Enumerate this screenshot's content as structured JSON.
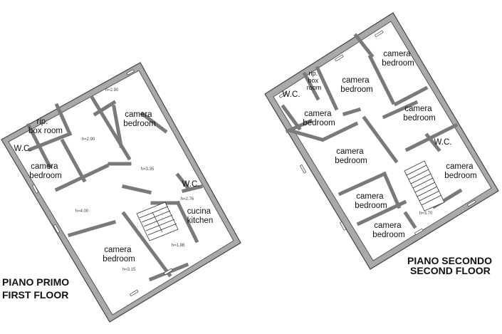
{
  "first_floor": {
    "title_it": "PIANO PRIMO",
    "title_en": "FIRST FLOOR",
    "rooms": {
      "ripostiglio": [
        "rip.",
        "box room"
      ],
      "bedroom_top": [
        "camera",
        "bedroom"
      ],
      "wc_left": [
        "W.C."
      ],
      "bedroom_left": [
        "camera",
        "bedroom"
      ],
      "wc_right": [
        "W.C."
      ],
      "kitchen": [
        "cucina",
        "kitchen"
      ],
      "bedroom_bottom": [
        "camera",
        "bedroom"
      ]
    },
    "heights": {
      "h1": "h=2.90",
      "h2": "h=2.90",
      "h3": "h=3.35",
      "h4": "h=4.00",
      "h5": "h=2.76",
      "h6": "h=1.98",
      "h7": "h=3.15"
    }
  },
  "second_floor": {
    "title_it": "PIANO SECONDO",
    "title_en": "SECOND FLOOR",
    "rooms": {
      "bedroom_1": [
        "camera",
        "bedroom"
      ],
      "bedroom_2": [
        "camera",
        "bedroom"
      ],
      "ripostiglio": [
        "rip.",
        "box",
        "room"
      ],
      "wc_top": [
        "W.C."
      ],
      "bedroom_3": [
        "camera",
        "bedroom"
      ],
      "bedroom_4": [
        "camera",
        "bedroom"
      ],
      "bedroom_5": [
        "camera",
        "bedroom"
      ],
      "wc_right": [
        "W.C."
      ],
      "bedroom_6": [
        "camera",
        "bedroom"
      ],
      "bedroom_7": [
        "camera",
        "bedroom"
      ],
      "bedroom_8": [
        "camera",
        "bedroom"
      ]
    },
    "heights": {
      "h1": "h=3.70"
    }
  },
  "colors": {
    "wall": "#a9a9a9",
    "room": "#ffffff",
    "text": "#111111"
  }
}
